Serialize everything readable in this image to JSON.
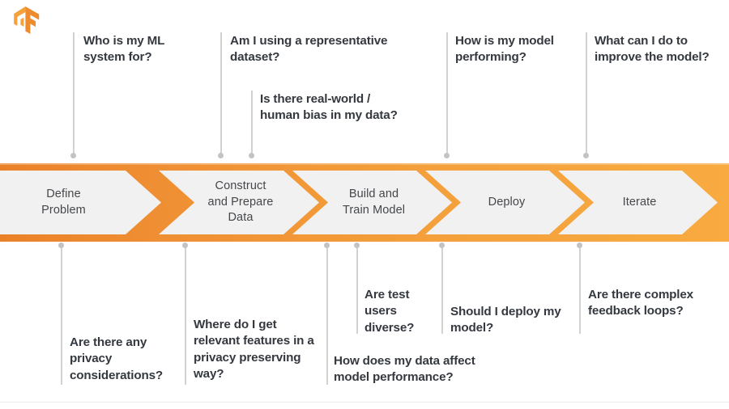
{
  "logo": {
    "name": "tensorflow-logo",
    "color_light": "#F5A623",
    "color_dark": "#EE8B2E"
  },
  "banner": {
    "gradient_start": "#EA8128",
    "gradient_end": "#F8AB40",
    "chevron_fill": "#F1F1F1",
    "stages": [
      {
        "id": "define-problem",
        "label": "Define\nProblem"
      },
      {
        "id": "construct-prepare-data",
        "label": "Construct\nand Prepare\nData"
      },
      {
        "id": "build-train-model",
        "label": "Build and\nTrain Model"
      },
      {
        "id": "deploy",
        "label": "Deploy"
      },
      {
        "id": "iterate",
        "label": "Iterate"
      }
    ]
  },
  "questions_above": [
    {
      "id": "who-is-my-ml-system-for",
      "text": "Who is my ML system for?"
    },
    {
      "id": "am-i-using-representative-dataset",
      "text": "Am I using a representative dataset?"
    },
    {
      "id": "is-there-real-world-human-bias",
      "text": "Is there real-world / human bias in my data?"
    },
    {
      "id": "how-is-my-model-performing",
      "text": "How is my model performing?"
    },
    {
      "id": "what-can-i-do-to-improve-the-model",
      "text": "What can I do to improve the model?"
    }
  ],
  "questions_below": [
    {
      "id": "are-there-any-privacy-considerations",
      "text": "Are there any privacy considerations?"
    },
    {
      "id": "where-do-i-get-relevant-features",
      "text": "Where do I get relevant features in a privacy preserving way?"
    },
    {
      "id": "how-does-my-data-affect-model-performance",
      "text": "How does my data affect model performance?"
    },
    {
      "id": "are-test-users-diverse",
      "text": "Are test users diverse?"
    },
    {
      "id": "should-i-deploy-my-model",
      "text": "Should I deploy my model?"
    },
    {
      "id": "are-there-complex-feedback-loops",
      "text": "Are there complex feedback loops?"
    }
  ],
  "connector_color": "#D2D2D2",
  "text_color": "#34383F"
}
